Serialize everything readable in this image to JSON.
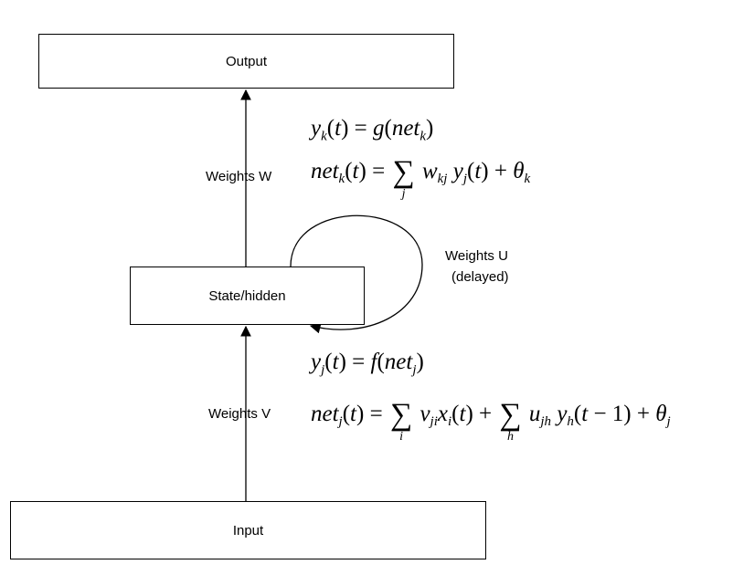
{
  "nodes": {
    "output": "Output",
    "hidden": "State/hidden",
    "input": "Input"
  },
  "edges": {
    "weights_w": "Weights W",
    "weights_v": "Weights V",
    "weights_u_line1": "Weights U",
    "weights_u_line2": "(delayed)"
  },
  "equations": {
    "output_activation": "y_k(t) = g(net_k)",
    "output_net": "net_k(t) = Σ_j w_kj y_j(t) + θ_k",
    "hidden_activation": "y_j(t) = f(net_j)",
    "hidden_net": "net_j(t) = Σ_i v_ji x_i(t) + Σ_h u_jh y_h(t − 1) + θ_j"
  }
}
